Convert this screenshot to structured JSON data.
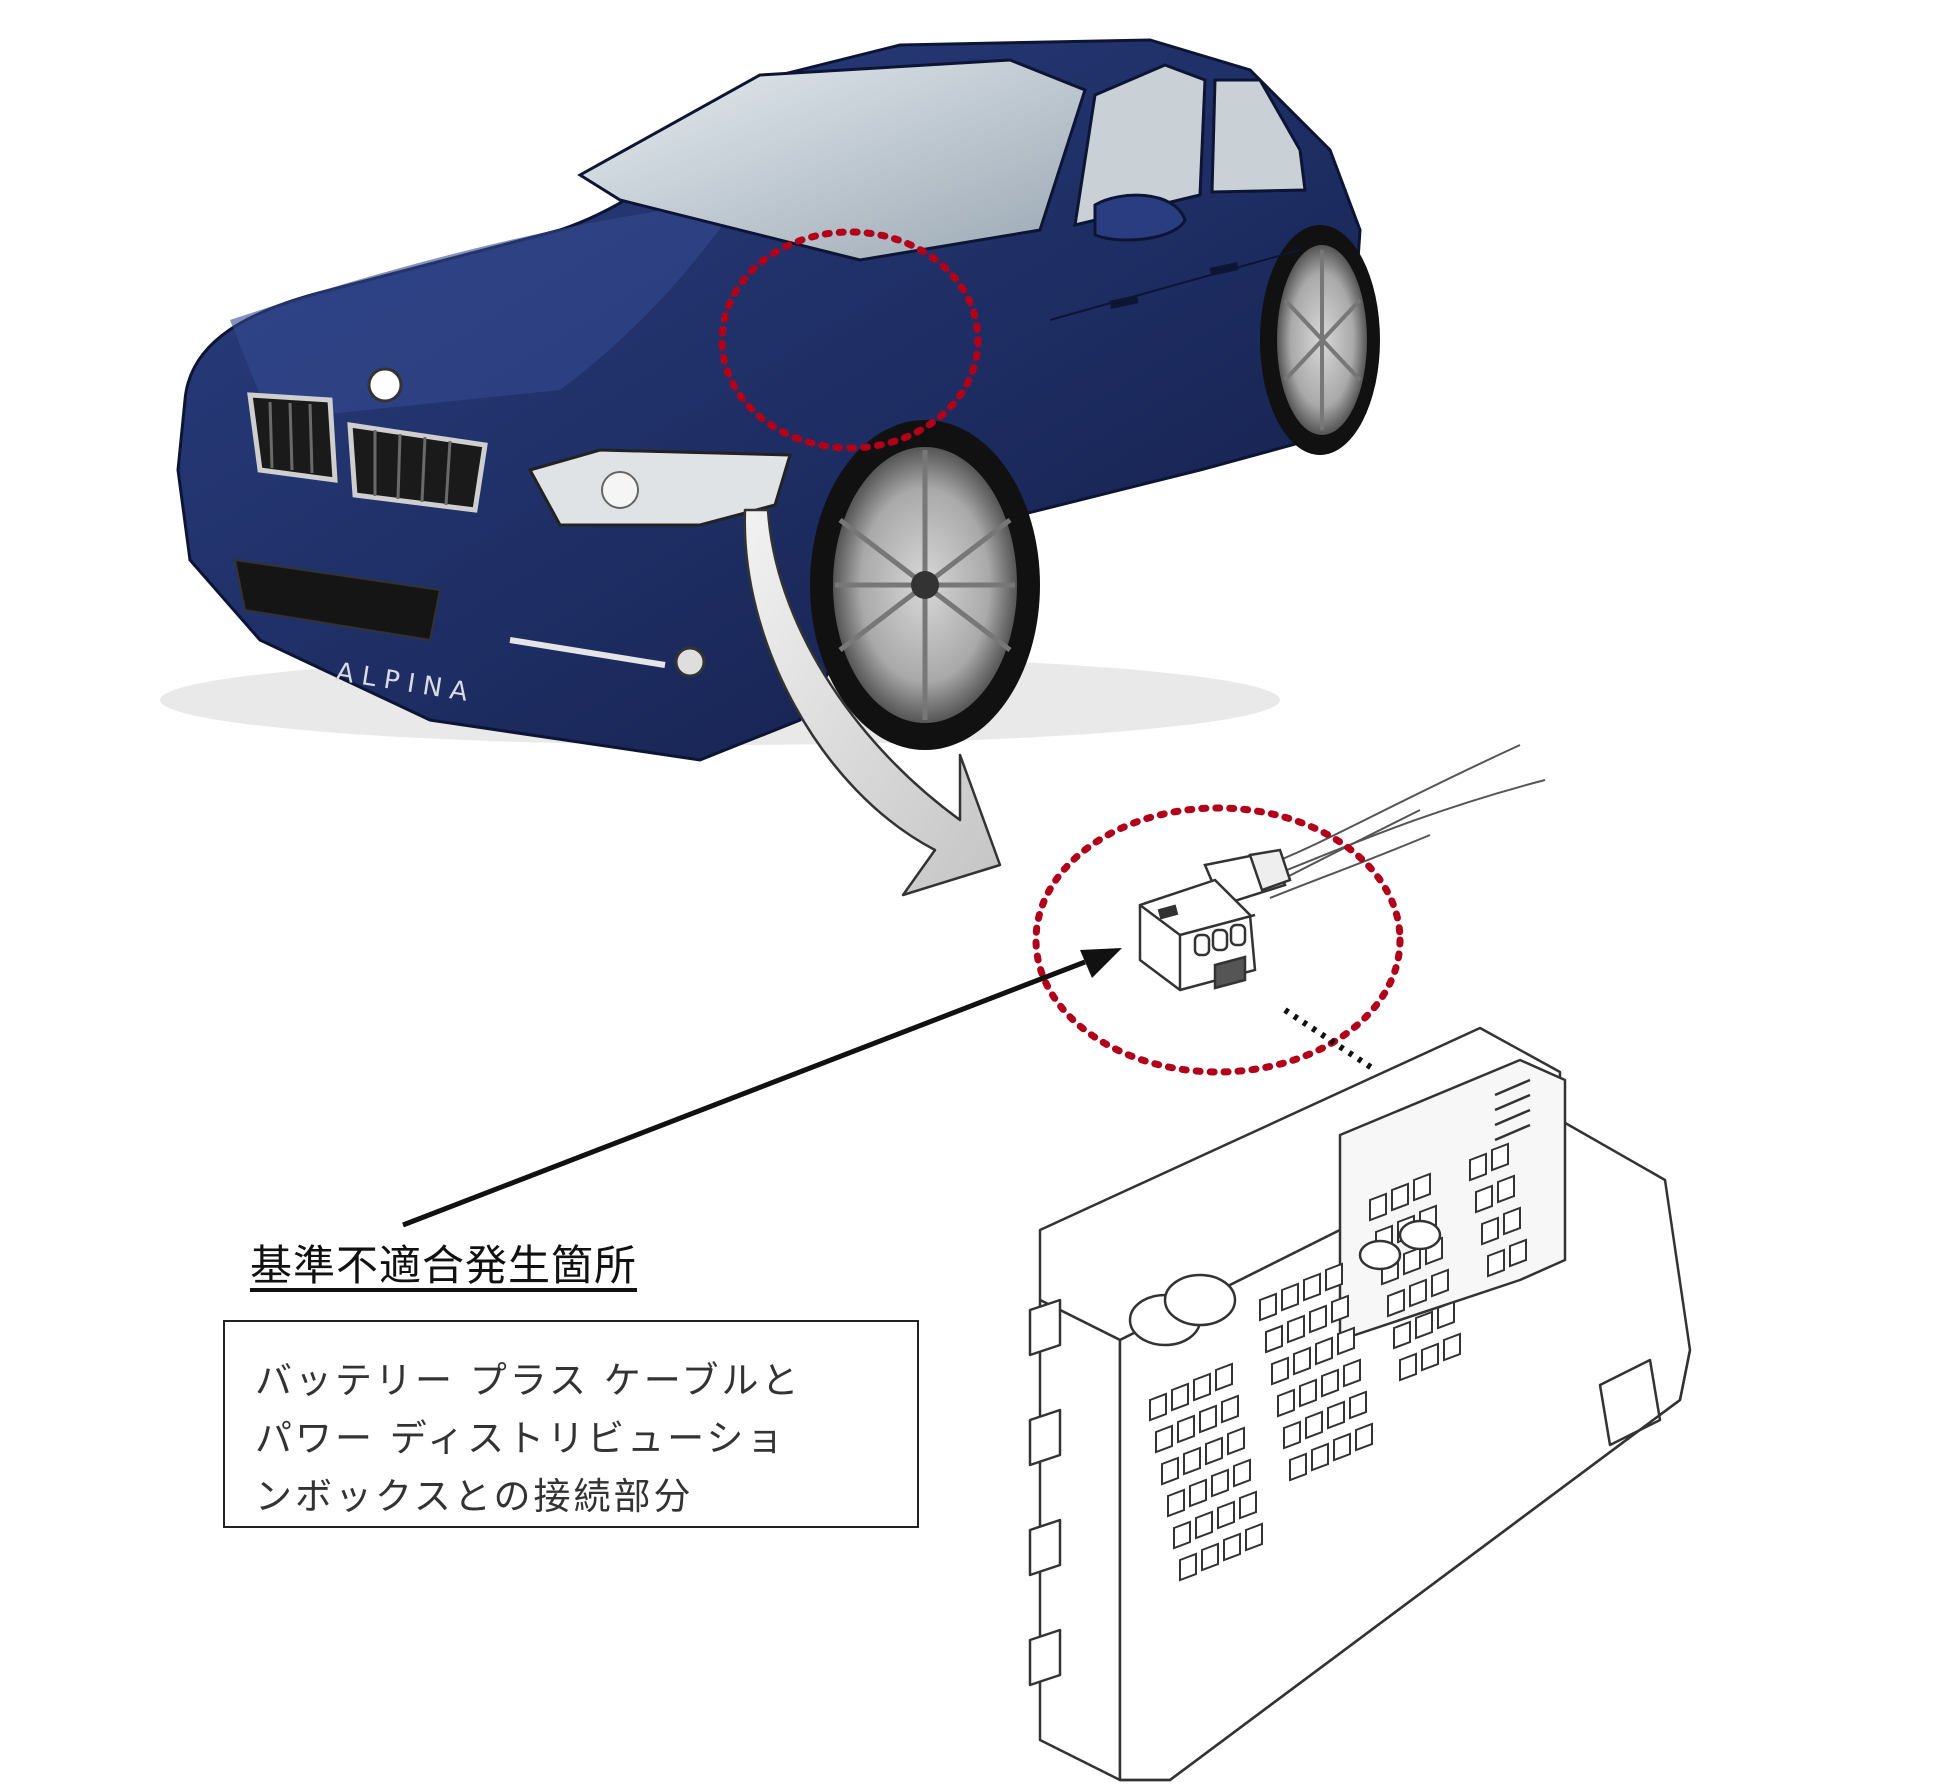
{
  "callout": {
    "heading": "基準不適合発生箇所",
    "description_lines": [
      "バッテリー プラス ケーブルと",
      "パワー ディストリビューショ",
      "ンボックスとの接続部分"
    ]
  },
  "car": {
    "badge_text": "ALPINA",
    "body_color": "#1f2f66"
  },
  "highlight_color": "#b0001a"
}
